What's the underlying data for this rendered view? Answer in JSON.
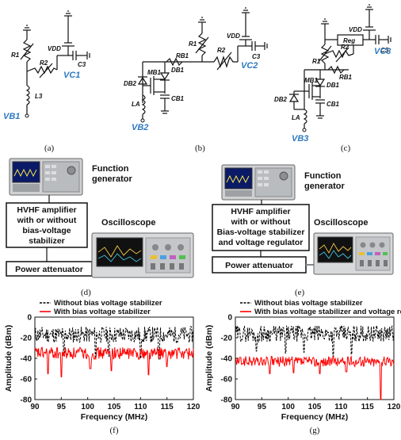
{
  "circuits": {
    "a": {
      "caption": "(a)",
      "labels": {
        "r1": "R1",
        "r2": "R2",
        "l3": "L3",
        "vdd": "VDD",
        "c3": "C3",
        "vout": "VC1",
        "vin": "VB1"
      }
    },
    "b": {
      "caption": "(b)",
      "labels": {
        "r1": "R1",
        "r2": "R2",
        "rb1": "RB1",
        "db1": "DB1",
        "db2": "DB2",
        "mb1": "MB1",
        "cb1": "CB1",
        "la": "LA",
        "vdd": "VDD",
        "c3": "C3",
        "vout": "VC2",
        "vin": "VB2"
      }
    },
    "c": {
      "caption": "(c)",
      "labels": {
        "reg": "Reg",
        "r1": "R1",
        "r2": "R2",
        "rb1": "RB1",
        "db1": "DB1",
        "db2": "DB2",
        "mb1": "MB1",
        "cb1": "CB1",
        "la": "LA",
        "vdd": "VDD",
        "c3": "C3",
        "vout": "VC3",
        "vin": "VB3"
      }
    }
  },
  "setups": {
    "d": {
      "caption": "(d)",
      "function_generator": [
        "Function",
        "generator"
      ],
      "oscilloscope": "Oscilloscope",
      "amplifier": [
        "HVHF amplifier",
        "with or without",
        "bias-voltage",
        "stabilizer"
      ],
      "attenuator": "Power attenuator"
    },
    "e": {
      "caption": "(e)",
      "function_generator": [
        "Function",
        "generator"
      ],
      "oscilloscope": "Oscilloscope",
      "amplifier": [
        "HVHF amplifier",
        "with or without",
        "Bias-voltage stabilizer",
        "and voltage regulator"
      ],
      "attenuator": "Power attenuator"
    }
  },
  "chart_data": [
    {
      "type": "line",
      "caption": "(f)",
      "xlabel": "Frequency (MHz)",
      "ylabel": "Amplitude (dBm)",
      "xlim": [
        90,
        120
      ],
      "ylim": [
        -80,
        0
      ],
      "xticks": [
        "90",
        "95",
        "100",
        "105",
        "110",
        "115",
        "120"
      ],
      "yticks": [
        "0",
        "-20",
        "-40",
        "-60",
        "-80"
      ],
      "legend_position": "top",
      "series": [
        {
          "name": "Without bias voltage stabilizer",
          "color": "#000000",
          "style": "dashed",
          "base": -17,
          "noise": 8,
          "dips": [
            [
              101.5,
              -40
            ],
            [
              104,
              -38
            ],
            [
              110,
              -40
            ],
            [
              113.5,
              -41
            ],
            [
              95.5,
              -36
            ]
          ]
        },
        {
          "name": "With bias voltage stabilizer",
          "color": "#ff0000",
          "style": "solid",
          "base": -35,
          "noise": 6,
          "dips": [
            [
              92.5,
              -55
            ],
            [
              95,
              -58
            ],
            [
              100.5,
              -50
            ],
            [
              104.5,
              -52
            ],
            [
              111.5,
              -56
            ],
            [
              115,
              -48
            ]
          ]
        }
      ]
    },
    {
      "type": "line",
      "caption": "(g)",
      "xlabel": "Frequency (MHz)",
      "ylabel": "Amplitude (dBm)",
      "xlim": [
        90,
        120
      ],
      "ylim": [
        -80,
        0
      ],
      "xticks": [
        "90",
        "95",
        "100",
        "105",
        "110",
        "115",
        "120"
      ],
      "yticks": [
        "0",
        "-20",
        "-40",
        "-60",
        "-80"
      ],
      "legend_position": "top",
      "series": [
        {
          "name": "Without bias voltage stabilizer",
          "color": "#000000",
          "style": "dashed",
          "base": -16,
          "noise": 8,
          "dips": [
            [
              99.5,
              -35
            ],
            [
              103,
              -34
            ],
            [
              108.5,
              -38
            ],
            [
              112,
              -36
            ],
            [
              94,
              -33
            ]
          ]
        },
        {
          "name": "With bias voltage stabilizer and voltage regulator",
          "color": "#ff0000",
          "style": "solid",
          "base": -43,
          "noise": 5,
          "dips": [
            [
              96.5,
              -55
            ],
            [
              101,
              -54
            ],
            [
              106,
              -55
            ],
            [
              111,
              -53
            ],
            [
              117.5,
              -80
            ]
          ]
        }
      ]
    }
  ]
}
